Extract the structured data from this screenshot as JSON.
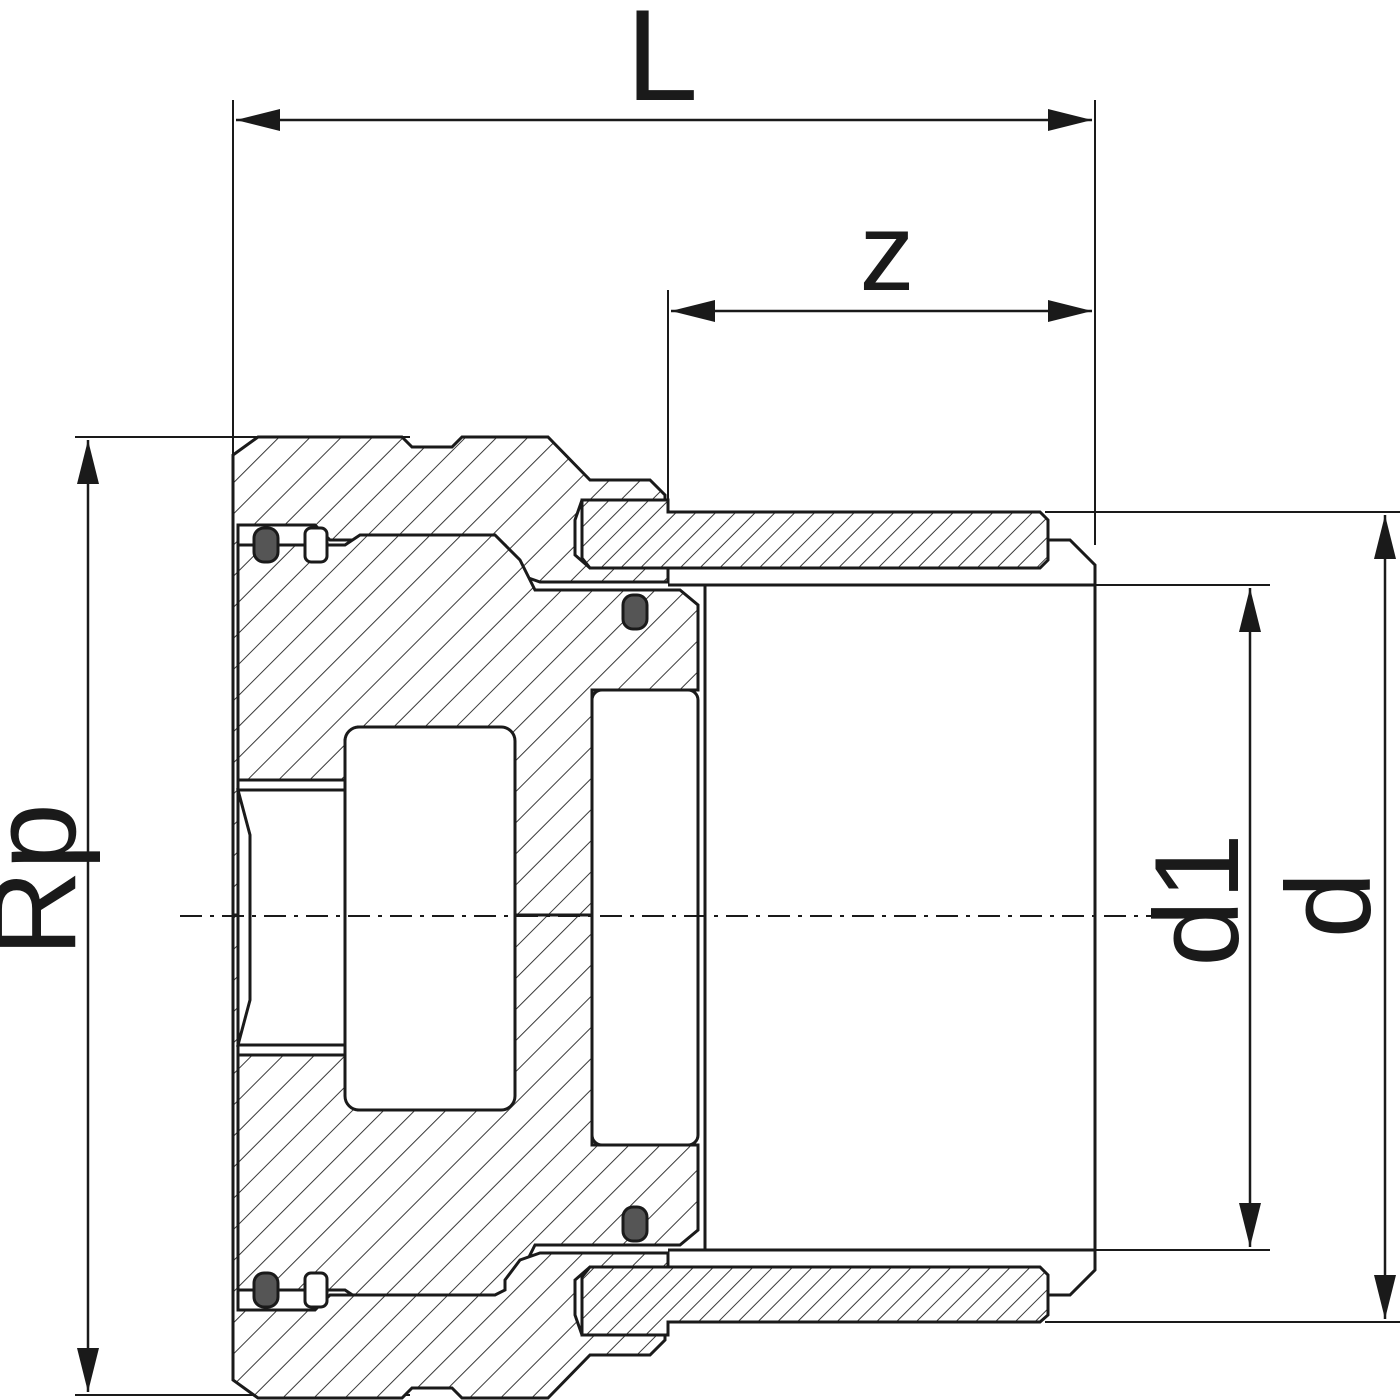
{
  "dimensions": {
    "length": "L",
    "insertion_depth": "z",
    "thread": "Rp",
    "inner_diameter": "d1",
    "outer_diameter": "d"
  },
  "colors": {
    "line": "#1a1a1a",
    "hatch": "#3a3a3a",
    "background": "#ffffff"
  }
}
